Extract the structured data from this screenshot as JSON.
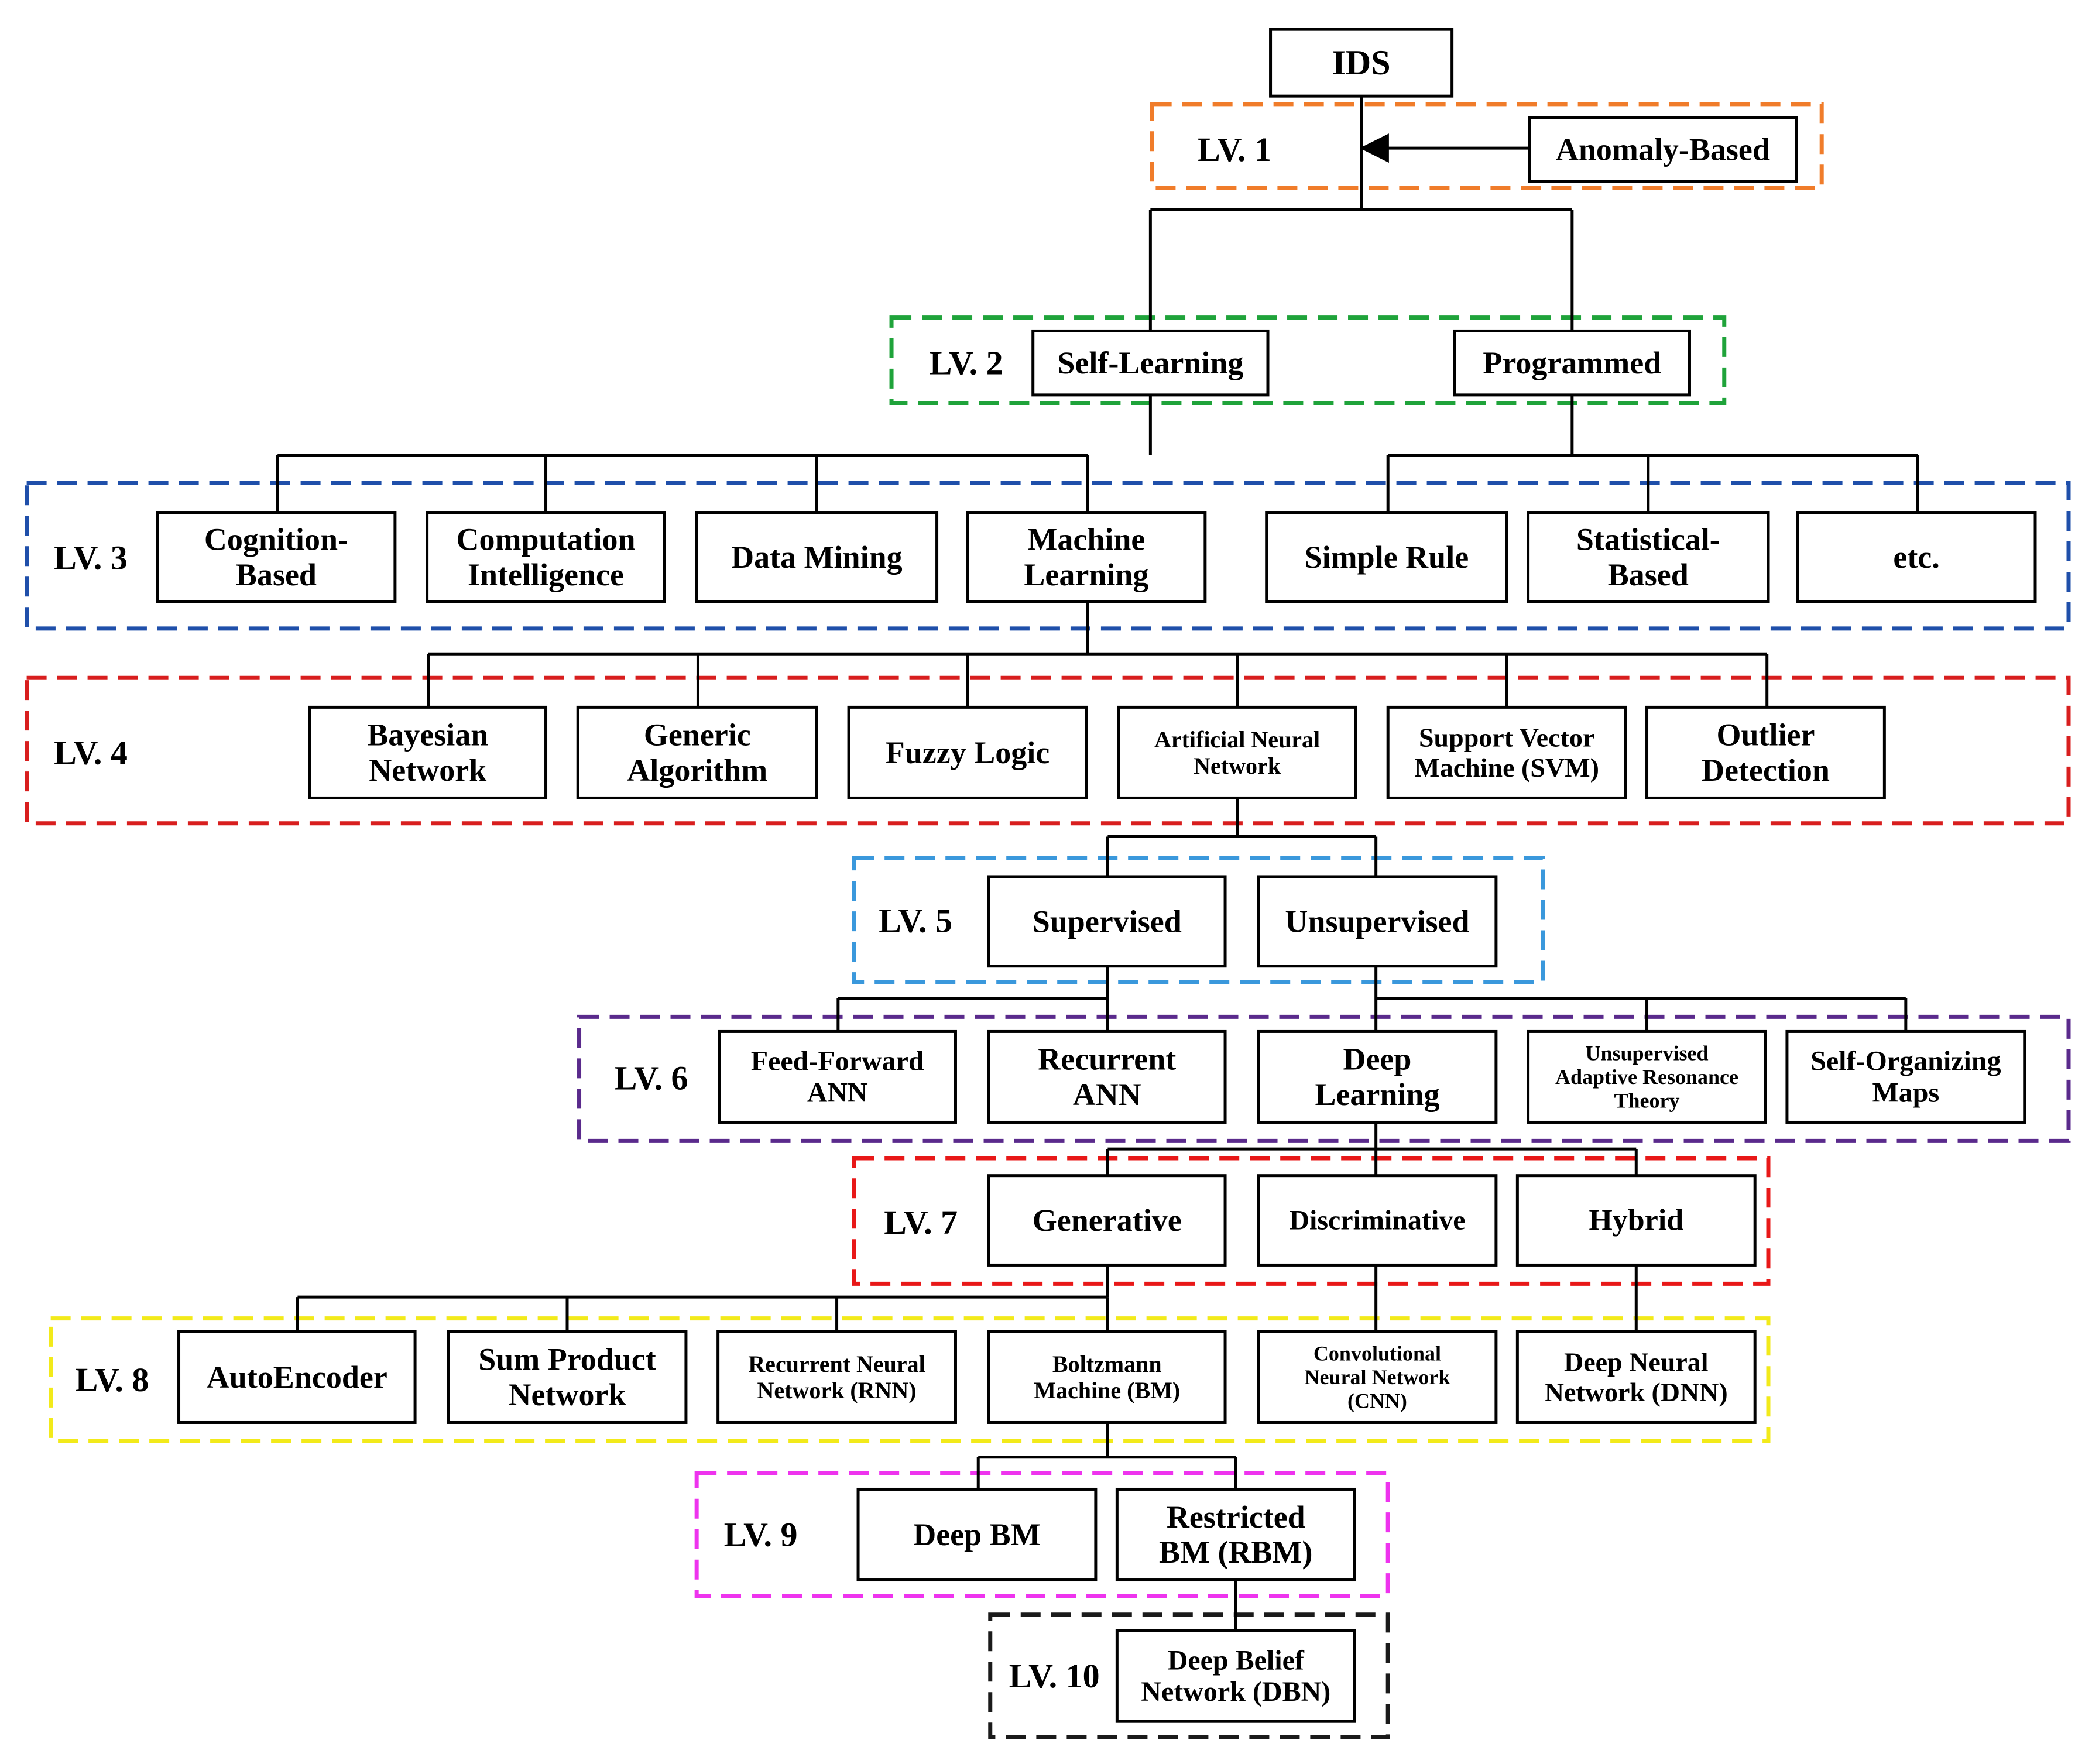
{
  "colors": {
    "lv1": "#f07c2a",
    "lv2": "#1fa33a",
    "lv3": "#1f4faa",
    "lv4": "#d81e1e",
    "lv5": "#3a98dc",
    "lv6": "#5a2a8c",
    "lv7": "#e81818",
    "lv8": "#f2ea1a",
    "lv9": "#ee33ee",
    "lv10": "#1a1a1a"
  },
  "levels": {
    "lv1": "LV. 1",
    "lv2": "LV. 2",
    "lv3": "LV. 3",
    "lv4": "LV. 4",
    "lv5": "LV. 5",
    "lv6": "LV. 6",
    "lv7": "LV. 7",
    "lv8": "LV. 8",
    "lv9": "LV. 9",
    "lv10": "LV. 10"
  },
  "nodes": {
    "ids": [
      "IDS"
    ],
    "anomaly": [
      "Anomaly-Based"
    ],
    "self_learning": [
      "Self-Learning"
    ],
    "programmed": [
      "Programmed"
    ],
    "cognition": [
      "Cognition-",
      "Based"
    ],
    "computation": [
      "Computation",
      "Intelligence"
    ],
    "data_mining": [
      "Data Mining"
    ],
    "machine_learning": [
      "Machine",
      "Learning"
    ],
    "simple_rule": [
      "Simple Rule"
    ],
    "statistical": [
      "Statistical-",
      "Based"
    ],
    "etc": [
      "etc."
    ],
    "bayesian": [
      "Bayesian",
      "Network"
    ],
    "generic": [
      "Generic",
      "Algorithm"
    ],
    "fuzzy": [
      "Fuzzy Logic"
    ],
    "ann": [
      "Artificial Neural",
      "Network"
    ],
    "svm": [
      "Support Vector",
      "Machine (SVM)"
    ],
    "outlier": [
      "Outlier",
      "Detection"
    ],
    "supervised": [
      "Supervised"
    ],
    "unsupervised": [
      "Unsupervised"
    ],
    "ffann": [
      "Feed-Forward",
      "ANN"
    ],
    "rann": [
      "Recurrent",
      "ANN"
    ],
    "deep_learning": [
      "Deep",
      "Learning"
    ],
    "uart": [
      "Unsupervised",
      "Adaptive Resonance",
      "Theory"
    ],
    "som": [
      "Self-Organizing",
      "Maps"
    ],
    "generative": [
      "Generative"
    ],
    "discriminative": [
      "Discriminative"
    ],
    "hybrid": [
      "Hybrid"
    ],
    "autoencoder": [
      "AutoEncoder"
    ],
    "spn": [
      "Sum Product",
      "Network"
    ],
    "rnn": [
      "Recurrent Neural",
      "Network (RNN)"
    ],
    "bm": [
      "Boltzmann",
      "Machine (BM)"
    ],
    "cnn": [
      "Convolutional",
      "Neural Network",
      "(CNN)"
    ],
    "dnn": [
      "Deep Neural",
      "Network (DNN)"
    ],
    "deep_bm": [
      "Deep BM"
    ],
    "rbm": [
      "Restricted",
      "BM (RBM)"
    ],
    "dbn": [
      "Deep Belief",
      "Network (DBN)"
    ]
  }
}
